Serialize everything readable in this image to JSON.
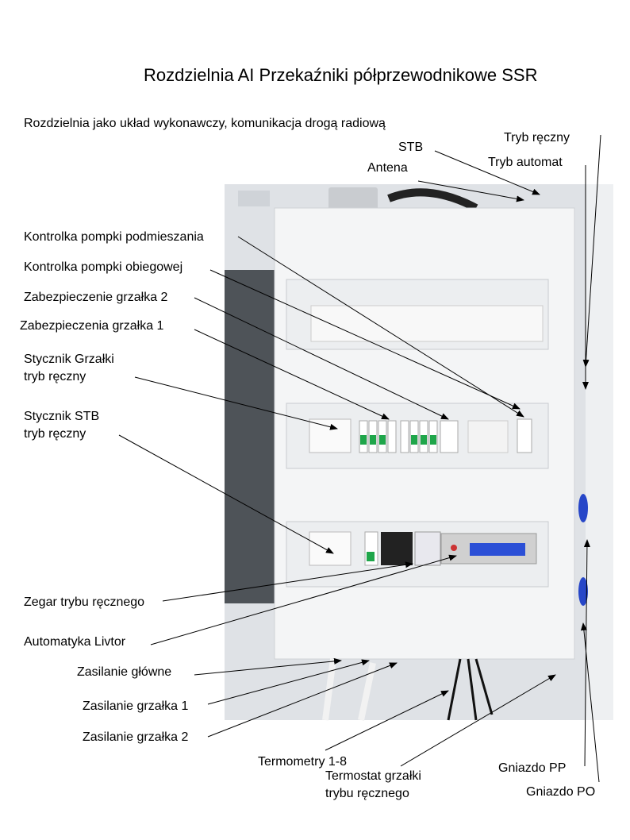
{
  "title": "Rozdzielnia AI Przekaźniki półprzewodnikowe SSR",
  "subtitle": "Rozdzielnia jako układ wykonawczy,  komunikacja drogą radiową",
  "labels": {
    "tryb_reczny": "Tryb ręczny",
    "stb": "STB",
    "tryb_automat": "Tryb automat",
    "antena": "Antena",
    "kontrolka_podmieszania": "Kontrolka pompki podmieszania",
    "kontrolka_obiegowej": "Kontrolka pompki obiegowej",
    "zabezpieczenie_grzalka_2": "Zabezpieczenie grzałka 2",
    "zabezpieczenia_grzalka_1": "Zabezpieczenia grzałka 1",
    "stycznik_grzalki_1": "Stycznik Grzałki",
    "stycznik_grzalki_2": "tryb ręczny",
    "stycznik_stb_1": "Stycznik STB",
    "stycznik_stb_2": "tryb ręczny",
    "zegar": "Zegar trybu ręcznego",
    "automatyka": "Automatyka Livtor",
    "zasilanie_glowne": "Zasilanie główne",
    "zasilanie_grzalka_1": "Zasilanie grzałka 1",
    "zasilanie_grzalka_2": "Zasilanie grzałka 2",
    "termometry": "Termometry 1-8",
    "termostat_1": "Termostat grzałki",
    "termostat_2": "trybu ręcznego",
    "gniazdo_pp": "Gniazdo PP",
    "gniazdo_po": "Gniazdo PO"
  },
  "colors": {
    "breaker_green": "#1fa64a",
    "display_blue": "#2b4fd6",
    "wall": "#dfe2e6"
  }
}
